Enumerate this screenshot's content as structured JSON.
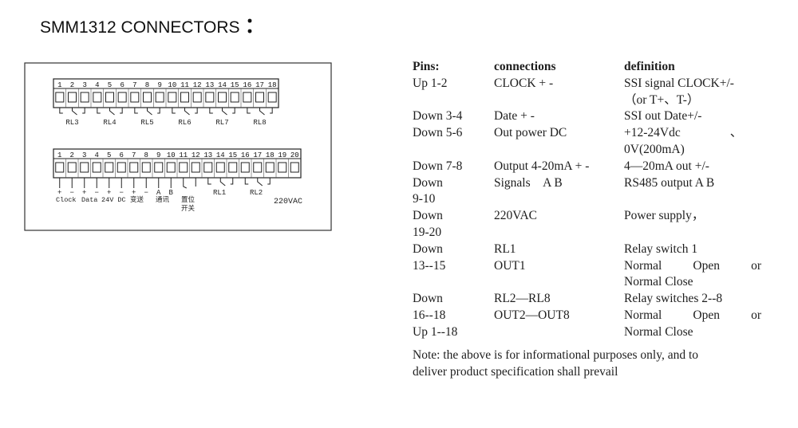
{
  "title": "SMM1312 CONNECTORS",
  "title_colon": "：",
  "diagram": {
    "upper_pins": [
      "1",
      "2",
      "3",
      "4",
      "5",
      "6",
      "7",
      "8",
      "9",
      "10",
      "11",
      "12",
      "13",
      "14",
      "15",
      "16",
      "17",
      "18"
    ],
    "upper_relays": [
      "RL3",
      "RL4",
      "RL5",
      "RL6",
      "RL7",
      "RL8"
    ],
    "lower_pins": [
      "1",
      "2",
      "3",
      "4",
      "5",
      "6",
      "7",
      "8",
      "9",
      "10",
      "11",
      "12",
      "13",
      "14",
      "15",
      "16",
      "17",
      "18",
      "19",
      "20"
    ],
    "lower_polarity": [
      "+",
      "−",
      "+",
      "−",
      "+",
      "−",
      "+",
      "−",
      "A",
      "B"
    ],
    "lower_labels": {
      "clock": "Clock",
      "data": "Data",
      "dc24": "24V DC",
      "transmit": "变送",
      "comm": "通讯",
      "setpos_1": "置位",
      "setpos_2": "开关",
      "rl1": "RL1",
      "rl2": "RL2",
      "vac": "220VAC"
    }
  },
  "pin_table": {
    "headers": [
      "Pins:",
      "connections",
      "definition"
    ],
    "rows": [
      {
        "pins": [
          "Up 1-2"
        ],
        "conn": [
          "CLOCK + -"
        ],
        "def": [
          "SSI signal CLOCK+/-",
          "（or T+、T-）"
        ]
      },
      {
        "pins": [
          "Down 3-4"
        ],
        "conn": [
          "Date + -"
        ],
        "def": [
          "SSI out Date+/-"
        ]
      },
      {
        "pins": [
          "Down 5-6"
        ],
        "conn": [
          "Out power DC"
        ],
        "def": [
          "+12-24Vdc　　　　、",
          "0V(200mA)"
        ]
      },
      {
        "pins": [
          "Down 7-8"
        ],
        "conn": [
          "Output 4-20mA + -"
        ],
        "def": [
          "4—20mA out +/-"
        ]
      },
      {
        "pins": [
          "Down",
          "9-10"
        ],
        "conn": [
          "Signals　A B"
        ],
        "def": [
          "RS485 output A B"
        ]
      },
      {
        "pins": [
          "Down",
          "19-20"
        ],
        "conn": [
          "220VAC"
        ],
        "def": [
          "Power supply，"
        ]
      },
      {
        "pins": [
          "Down",
          "13--15"
        ],
        "conn": [
          "RL1",
          "OUT1"
        ],
        "def": [
          "Relay switch 1",
          "Normal　Open　or",
          "Normal Close"
        ]
      },
      {
        "pins": [
          "Down",
          "16--18",
          "Up 1--18"
        ],
        "conn": [
          "RL2—RL8",
          "OUT2—OUT8"
        ],
        "def": [
          "Relay switches 2--8",
          "Normal　Open　or",
          "Normal Close"
        ]
      }
    ],
    "note_lines": [
      "Note: the above is for informational purposes only, and to",
      "deliver product specification shall prevail"
    ]
  }
}
